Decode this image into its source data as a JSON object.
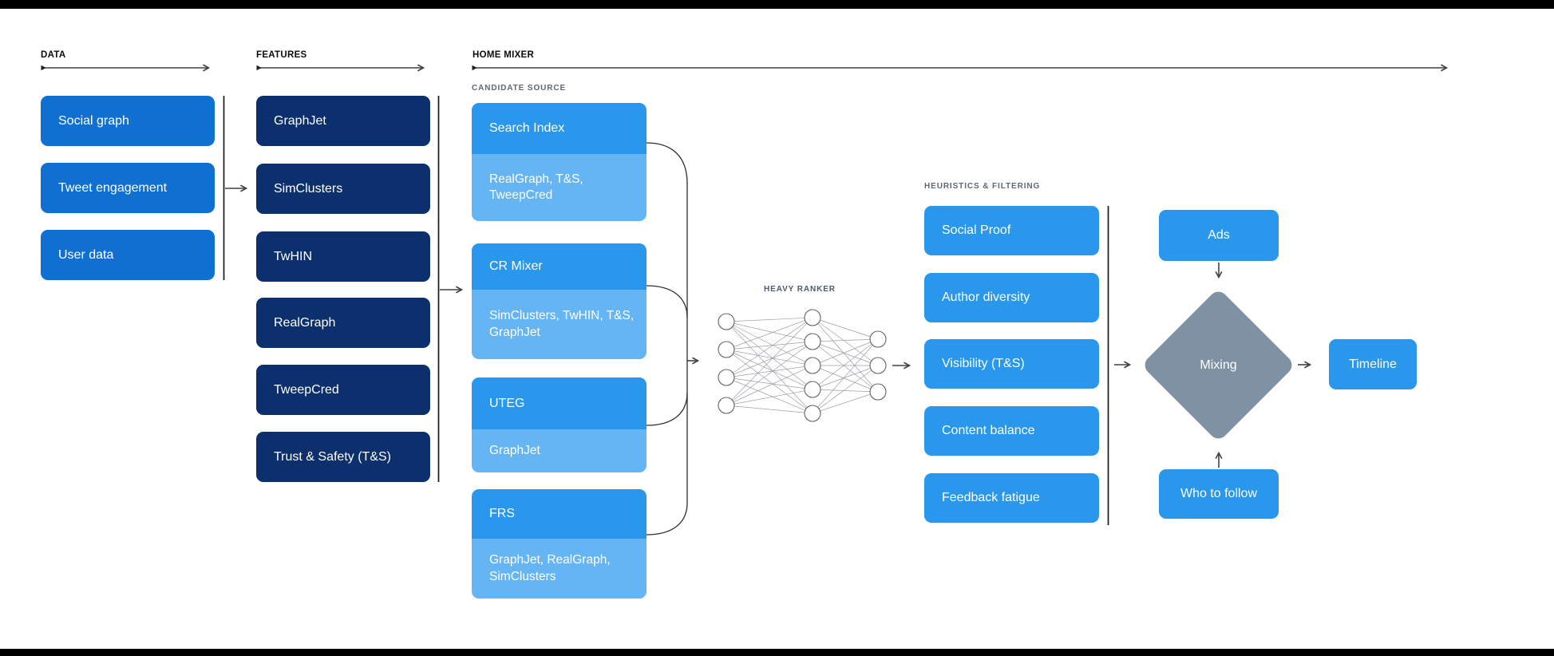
{
  "sections": [
    {
      "label": "DATA"
    },
    {
      "label": "FEATURES"
    },
    {
      "label": "HOME MIXER"
    }
  ],
  "data_section": {
    "items": [
      "Social graph",
      "Tweet engagement",
      "User data"
    ]
  },
  "features_section": {
    "items": [
      "GraphJet",
      "SimClusters",
      "TwHIN",
      "RealGraph",
      "TweepCred",
      "Trust & Safety (T&S)"
    ]
  },
  "home_mixer": {
    "candidate_source_label": "CANDIDATE SOURCE",
    "candidate_sources": [
      {
        "name": "Search Index",
        "sources": "RealGraph, T&S, TweepCred"
      },
      {
        "name": "CR Mixer",
        "sources": "SimClusters, TwHIN, T&S, GraphJet"
      },
      {
        "name": "UTEG",
        "sources": "GraphJet"
      },
      {
        "name": "FRS",
        "sources": "GraphJet, RealGraph, SimClusters"
      }
    ],
    "heavy_ranker_label": "HEAVY RANKER",
    "heuristics_label": "HEURISTICS & FILTERING",
    "heuristics_items": [
      "Social Proof",
      "Author diversity",
      "Visibility (T&S)",
      "Content balance",
      "Feedback fatigue"
    ]
  },
  "mixing_stage": {
    "ads": "Ads",
    "mixing": "Mixing",
    "who_to_follow": "Who to follow",
    "timeline": "Timeline"
  },
  "colors": {
    "data_box_blue": "#0f70d2",
    "features_navy": "#0c2f6d",
    "bright_blue": "#2998ec",
    "light_blue": "#65b4f3",
    "diamond_gray": "#7e92a4"
  }
}
